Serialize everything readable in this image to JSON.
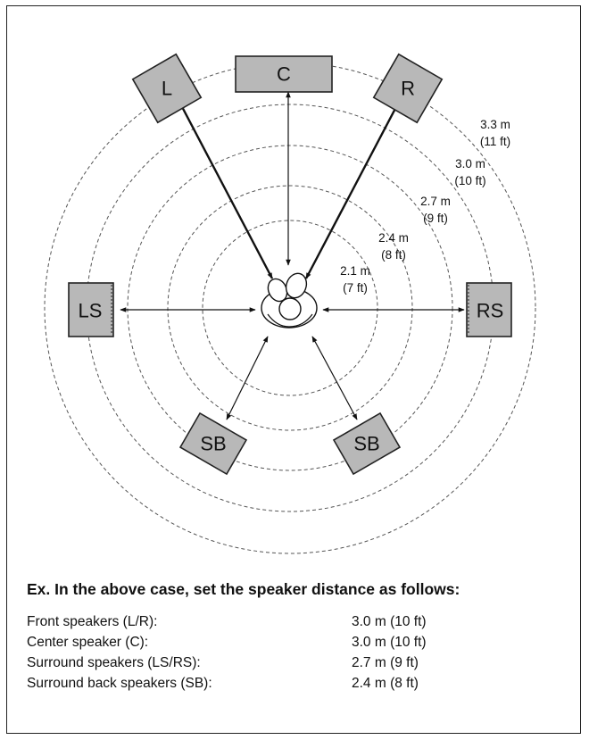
{
  "diagram": {
    "speakers": [
      {
        "id": "C",
        "label": "C"
      },
      {
        "id": "L",
        "label": "L"
      },
      {
        "id": "R",
        "label": "R"
      },
      {
        "id": "LS",
        "label": "LS"
      },
      {
        "id": "RS",
        "label": "RS"
      },
      {
        "id": "SB-left",
        "label": "SB"
      },
      {
        "id": "SB-right",
        "label": "SB"
      }
    ],
    "distances": [
      {
        "m": "2.1 m",
        "ft": "(7 ft)"
      },
      {
        "m": "2.4 m",
        "ft": "(8 ft)"
      },
      {
        "m": "2.7 m",
        "ft": "(9 ft)"
      },
      {
        "m": "3.0 m",
        "ft": "(10 ft)"
      },
      {
        "m": "3.3 m",
        "ft": "(11 ft)"
      }
    ]
  },
  "caption": "Ex. In the above case, set the speaker distance as follows:",
  "settings": [
    {
      "label": "Front speakers (L/R):",
      "value": "3.0 m (10 ft)"
    },
    {
      "label": "Center speaker (C):",
      "value": "3.0 m (10 ft)"
    },
    {
      "label": "Surround speakers (LS/RS):",
      "value": "2.7 m (9 ft)"
    },
    {
      "label": "Surround back speakers (SB):",
      "value": "2.4 m (8 ft)"
    }
  ]
}
